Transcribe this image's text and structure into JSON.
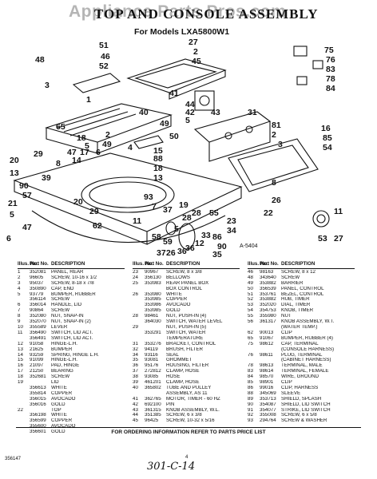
{
  "header": {
    "title": "TOP AND CONSOLE ASSEMBLY",
    "watermark": "Appliance Parts Pros.com",
    "models": "For Models LXA5800W1"
  },
  "diagram": {
    "part_number_label": "A-5404",
    "callouts": [
      "51",
      "46",
      "27",
      "2",
      "52",
      "45",
      "75",
      "76",
      "83",
      "78",
      "84",
      "48",
      "41",
      "1",
      "44",
      "42",
      "5",
      "49",
      "40",
      "31",
      "3",
      "43",
      "81",
      "2",
      "3",
      "50",
      "2",
      "49",
      "6",
      "20",
      "29",
      "65",
      "18",
      "5",
      "17",
      "47",
      "14",
      "8",
      "13",
      "4",
      "39",
      "15",
      "88",
      "18",
      "13",
      "29",
      "90",
      "16",
      "85",
      "54",
      "57",
      "21",
      "19",
      "37",
      "7",
      "5",
      "47",
      "20",
      "22",
      "8",
      "23",
      "34",
      "26",
      "11",
      "6",
      "62",
      "86",
      "90",
      "35",
      "27",
      "53",
      "59",
      "58",
      "36",
      "36",
      "12",
      "33",
      "28",
      "28",
      "55",
      "37",
      "26",
      "5",
      "93",
      "11"
    ]
  },
  "table": {
    "header": {
      "num": "Illus. No.",
      "part": "Part No.",
      "desc": "DESCRIPTION"
    },
    "columns": [
      [
        [
          "1",
          "352081",
          "PANEL, REAR"
        ],
        [
          "2",
          "96605",
          "SCREW, 10-16 x 1/2"
        ],
        [
          "3",
          "95037",
          "SCREW, 8-18 x 7/8"
        ],
        [
          "4",
          "350890",
          "CAP, END"
        ],
        [
          "5",
          "93779",
          "BUMPER, RUBBER"
        ],
        [
          "",
          "356114",
          "SCREW"
        ],
        [
          "6",
          "356014",
          "HANDLE, LID"
        ],
        [
          "7",
          "90864",
          "SCREW"
        ],
        [
          "8",
          "352080",
          "NUT, SNAP-IN"
        ],
        [
          "9",
          "352070",
          "NUT, SNAP-IN (2)"
        ],
        [
          "10",
          "355589",
          "LEVER"
        ],
        [
          "11",
          "356490",
          "SWITCH, LID ACT."
        ],
        [
          "",
          "356491",
          "SWITCH, LID ACT."
        ],
        [
          "12",
          "91058",
          "HINGE-L.H."
        ],
        [
          "13",
          "21625",
          "BUMPER"
        ],
        [
          "14",
          "93259",
          "SPRING, HINGE L.H."
        ],
        [
          "15",
          "91099",
          "HINGE-L.H."
        ],
        [
          "16",
          "21097",
          "PAD, HINGE"
        ],
        [
          "17",
          "21250",
          "BEARING"
        ],
        [
          "18",
          "352681",
          "SCREW"
        ],
        [
          "19",
          "",
          "LID"
        ],
        [
          "",
          "356613",
          "WHITE"
        ],
        [
          "",
          "355814",
          "COPPER"
        ],
        [
          "",
          "356015",
          "AVOCADO"
        ],
        [
          "",
          "356016",
          "GOLD"
        ],
        [
          "22",
          "",
          "TOP"
        ],
        [
          "",
          "356198",
          "WHITE"
        ],
        [
          "",
          "356599",
          "COPPER"
        ],
        [
          "",
          "355600",
          "AVOCADO"
        ],
        [
          "",
          "356601",
          "GOLD"
        ]
      ],
      [
        [
          "23",
          "90967",
          "SCREW, 8 x 3/8"
        ],
        [
          "24",
          "356130",
          "BELLOWS"
        ],
        [
          "25",
          "353983",
          "REAR PANEL BOX"
        ],
        [
          "",
          "",
          "BOX CONTROL"
        ],
        [
          "26",
          "353980",
          "WHITE"
        ],
        [
          "",
          "353985",
          "COPPER"
        ],
        [
          "",
          "353986",
          "AVOCADO"
        ],
        [
          "",
          "353985",
          "GOLD"
        ],
        [
          "28",
          "98461",
          "NUT, PUSH-IN (4)"
        ],
        [
          "",
          "364030",
          "SWITCH, WATER LEVEL"
        ],
        [
          "29",
          "",
          "NUT, PUSH-IN (5)"
        ],
        [
          "",
          "353291",
          "SWITCH, WATER"
        ],
        [
          "",
          "",
          "TEMPERATURE"
        ],
        [
          "31",
          "353276",
          "BRACKET, CONTROL"
        ],
        [
          "32",
          "94119",
          "BRUSH, FILTER"
        ],
        [
          "34",
          "93116",
          "SEAL"
        ],
        [
          "35",
          "93081",
          "GROMMET"
        ],
        [
          "36",
          "95176",
          "HOUSING, FILTER"
        ],
        [
          "37",
          "272812",
          "CLAMP, HOSE"
        ],
        [
          "38",
          "93085",
          "HOSE"
        ],
        [
          "39",
          "461201",
          "CLAMP, HOSE"
        ],
        [
          "40",
          "365802",
          "TUBE AND PULLEY"
        ],
        [
          "",
          "",
          "ASSEMBLY, AS 11"
        ],
        [
          "41",
          "362765",
          "MOTOR, TIMER - 60 HZ"
        ],
        [
          "42",
          "692100",
          "PIN"
        ],
        [
          "43",
          "361315",
          "KNOB ASSEMBLY, W.L."
        ],
        [
          "44",
          "351385",
          "SCREW, 6 x 3/8"
        ],
        [
          "45",
          "96425",
          "SCREW, 10-32 x 5/16"
        ]
      ],
      [
        [
          "46",
          "98163",
          "SCREW, 8 x 12"
        ],
        [
          "48",
          "343640",
          "SCREW"
        ],
        [
          "49",
          "353882",
          "BARRIER"
        ],
        [
          "50",
          "356539",
          "PANEL, CONTROL"
        ],
        [
          "51",
          "353761",
          "BEZEL, CONTROL"
        ],
        [
          "52",
          "353882",
          "HUB, TIMER"
        ],
        [
          "53",
          "352020",
          "DIAL, TIMER"
        ],
        [
          "54",
          "354753",
          "KNOB, TIMER"
        ],
        [
          "55",
          "355980",
          "NUT"
        ],
        [
          "56",
          "361317",
          "KNOB ASSEMBLY, W.T."
        ],
        [
          "",
          "",
          "(WATER TEMP.)"
        ],
        [
          "62",
          "90013",
          "CLIP"
        ],
        [
          "65",
          "91067",
          "BUMPER, RUBBER (4)"
        ],
        [
          "75",
          "98612",
          "CAP, TERMINAL"
        ],
        [
          "",
          "",
          "(CONSOLE HARNESS)"
        ],
        [
          "76",
          "98611",
          "PLUG, TERMINAL"
        ],
        [
          "",
          "",
          "(CABINET HARNESS)"
        ],
        [
          "78",
          "98613",
          "TERMINAL, MALE"
        ],
        [
          "83",
          "98614",
          "TERMINAL, FEMALE"
        ],
        [
          "84",
          "98570",
          "WIRE, GROUND"
        ],
        [
          "85",
          "98901",
          "CLIP"
        ],
        [
          "86",
          "99016",
          "CLIP, HARNESS"
        ],
        [
          "88",
          "345069",
          "SLEEVE"
        ],
        [
          "89",
          "353713",
          "SHIELD, SPLASH"
        ],
        [
          "90",
          "354087",
          "SHIELD, LID SWITCH"
        ],
        [
          "91",
          "354077",
          "STRIKE, LID SWITCH"
        ],
        [
          "92",
          "355008",
          "SCREW, 6 x 5/8"
        ],
        [
          "93",
          "294764",
          "SCREW & WASHER"
        ]
      ]
    ]
  },
  "footer": {
    "notice": "FOR ORDERING INFORMATION REFER TO PARTS PRICE LIST",
    "sheet_number": "356147",
    "page_number": "4",
    "handwritten_note": "301-C-14"
  }
}
